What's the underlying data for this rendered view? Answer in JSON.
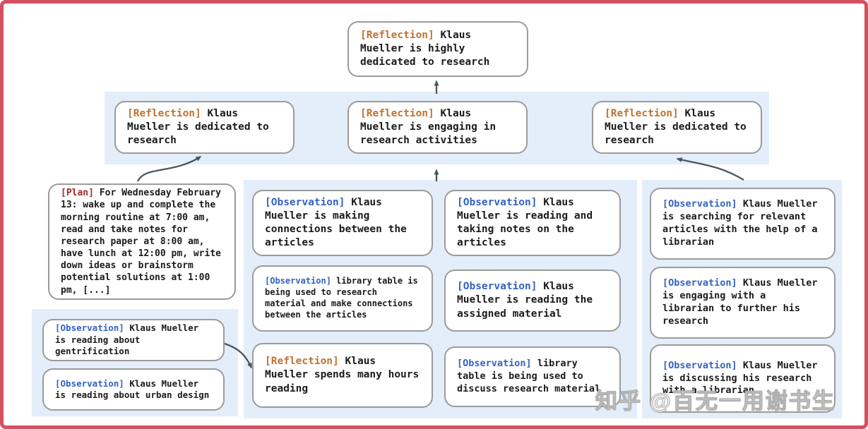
{
  "nodes": {
    "root": {
      "tag": "[Reflection]",
      "text": "Klaus Mueller is highly dedicated to research"
    },
    "refl_left": {
      "tag": "[Reflection]",
      "text": "Klaus Mueller is dedicated to research"
    },
    "refl_mid": {
      "tag": "[Reflection]",
      "text": "Klaus Mueller is engaging in research activities"
    },
    "refl_right": {
      "tag": "[Reflection]",
      "text": "Klaus Mueller is dedicated to research"
    },
    "plan": {
      "tag": "[Plan]",
      "text": "For Wednesday February 13: wake up and complete the morning routine at 7:00 am, read and take notes for research paper at 8:00 am, have lunch at 12:00 pm, write down ideas or brainstorm potential solutions at 1:00 pm, [...]"
    },
    "obs_gentrification": {
      "tag": "[Observation]",
      "text": "Klaus Mueller is reading about gentrification"
    },
    "obs_urban_design": {
      "tag": "[Observation]",
      "text": "Klaus Mueller is reading about urban design"
    },
    "obs_connections": {
      "tag": "[Observation]",
      "text": "Klaus Mueller is making connections between the articles"
    },
    "obs_library_research": {
      "tag": "[Observation]",
      "text": "library table is being used to research material and make connections between the articles"
    },
    "refl_hours": {
      "tag": "[Reflection]",
      "text": "Klaus Mueller spends many hours reading"
    },
    "obs_taking_notes": {
      "tag": "[Observation]",
      "text": "Klaus Mueller is reading and taking notes on the articles"
    },
    "obs_assigned": {
      "tag": "[Observation]",
      "text": "Klaus Mueller is reading the assigned material"
    },
    "obs_library_discuss": {
      "tag": "[Observation]",
      "text": "library table is being used to discuss research material"
    },
    "obs_searching": {
      "tag": "[Observation]",
      "text": "Klaus Mueller is searching for relevant articles with the help of a librarian"
    },
    "obs_engaging": {
      "tag": "[Observation]",
      "text": "Klaus Mueller is engaging with a librarian to further his research"
    },
    "obs_discussing": {
      "tag": "[Observation]",
      "text": "Klaus Mueller is discussing his research with a librarian"
    }
  },
  "colors": {
    "frame_border": "#d5505f",
    "band_background": "#e4eefa",
    "node_border": "#9b9b9b",
    "node_background": "#ffffff",
    "reflection_tag": "#bf7330",
    "plan_tag": "#9c2b22",
    "observation_tag": "#3462c0",
    "arrow": "#4e555b",
    "body_text": "#1b1b1b"
  },
  "watermark": "知乎 @百无一用谢书生"
}
